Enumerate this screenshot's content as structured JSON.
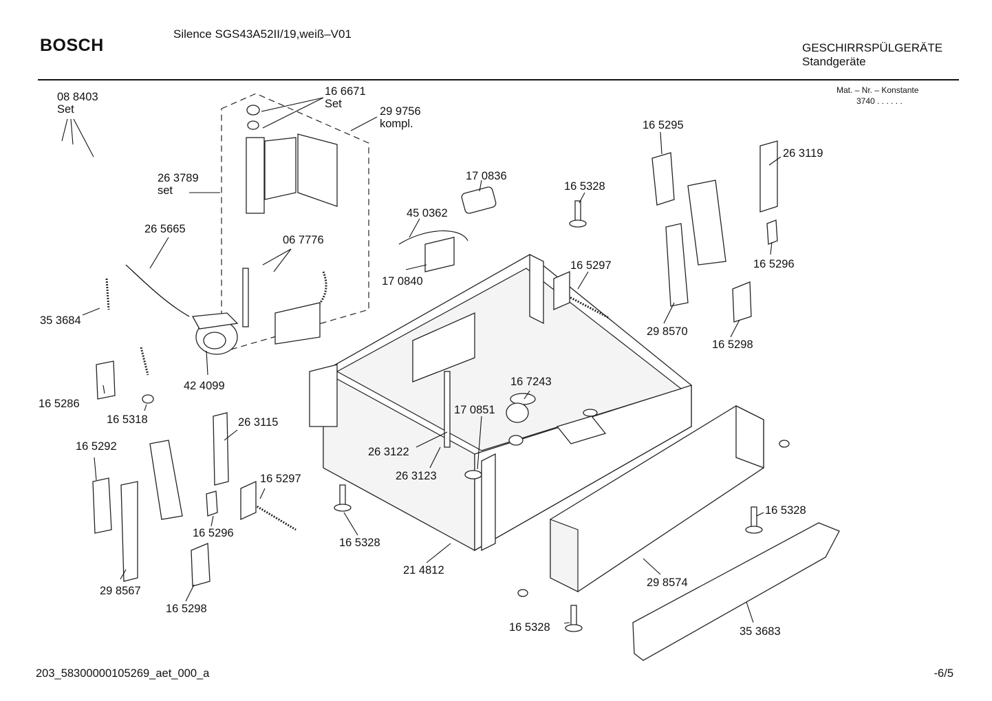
{
  "header": {
    "brand": "BOSCH",
    "model": "Silence SGS43A52II/19,weiß–V01",
    "category_line1": "GESCHIRRSPÜLGERÄTE",
    "category_line2": "Standgeräte",
    "constant_label": "Mat. – Nr. – Konstante",
    "constant_value": "3740  .  .    .  .  .  ."
  },
  "parts": [
    {
      "number": "08 8403",
      "note": "Set"
    },
    {
      "number": "16 6671",
      "note": "Set"
    },
    {
      "number": "29 9756",
      "note": "kompl."
    },
    {
      "number": "26 3789",
      "note": "set"
    },
    {
      "number": "26 5665"
    },
    {
      "number": "06 7776"
    },
    {
      "number": "35 3684"
    },
    {
      "number": "42 4099"
    },
    {
      "number": "16 5286"
    },
    {
      "number": "16 5318"
    },
    {
      "number": "45 0362"
    },
    {
      "number": "17 0836"
    },
    {
      "number": "17 0840"
    },
    {
      "number": "16 5328"
    },
    {
      "number": "16 5297"
    },
    {
      "number": "16 5295"
    },
    {
      "number": "26 3119"
    },
    {
      "number": "16 5296"
    },
    {
      "number": "29 8570"
    },
    {
      "number": "16 5298"
    },
    {
      "number": "16 7243"
    },
    {
      "number": "17 0851"
    },
    {
      "number": "26 3122"
    },
    {
      "number": "26 3123"
    },
    {
      "number": "26 3115"
    },
    {
      "number": "16 5292"
    },
    {
      "number": "16 5297"
    },
    {
      "number": "16 5296"
    },
    {
      "number": "29 8567"
    },
    {
      "number": "16 5298"
    },
    {
      "number": "16 5328"
    },
    {
      "number": "21 4812"
    },
    {
      "number": "16 5328"
    },
    {
      "number": "29 8574"
    },
    {
      "number": "16 5328"
    },
    {
      "number": "35 3683"
    }
  ],
  "footer": {
    "doc_id": "203_58300000105269_aet_000_a",
    "page": "-6/5"
  }
}
